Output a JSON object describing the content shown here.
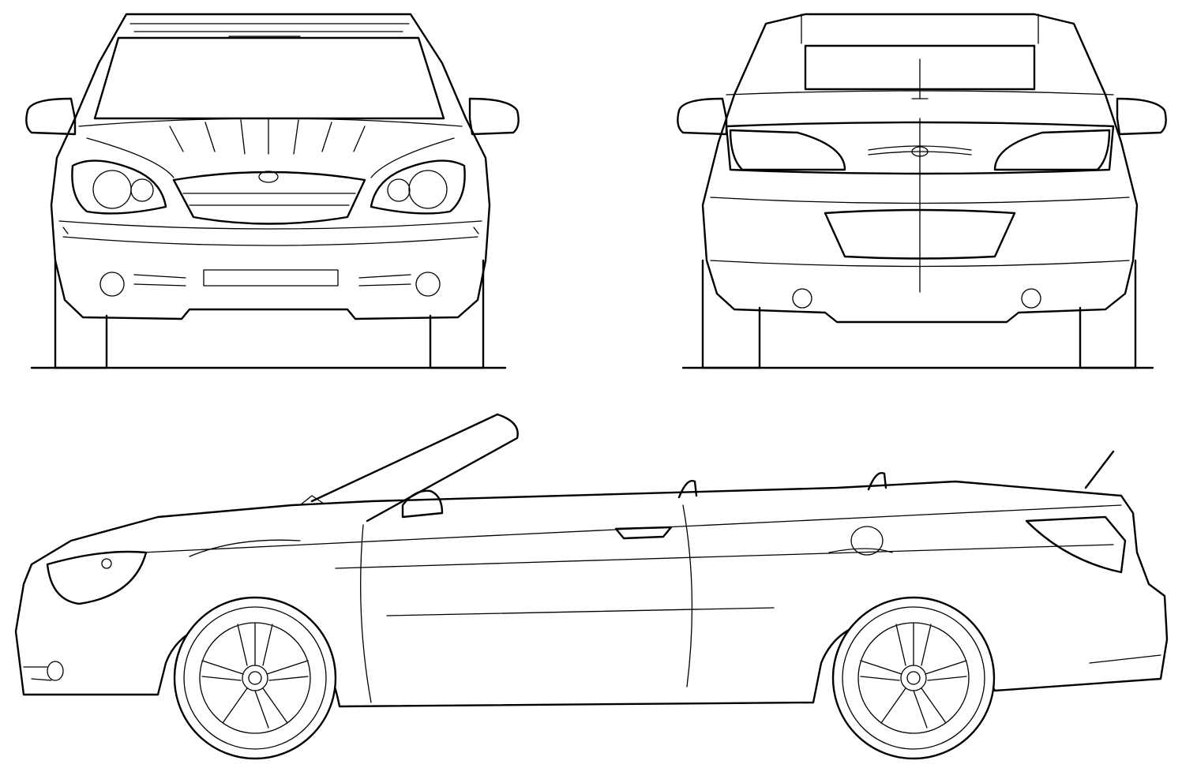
{
  "figure": {
    "views": [
      {
        "id": "front",
        "label": ""
      },
      {
        "id": "rear",
        "label": ""
      },
      {
        "id": "side",
        "label": ""
      }
    ],
    "line_color": "#000000",
    "background_color": "#ffffff"
  }
}
